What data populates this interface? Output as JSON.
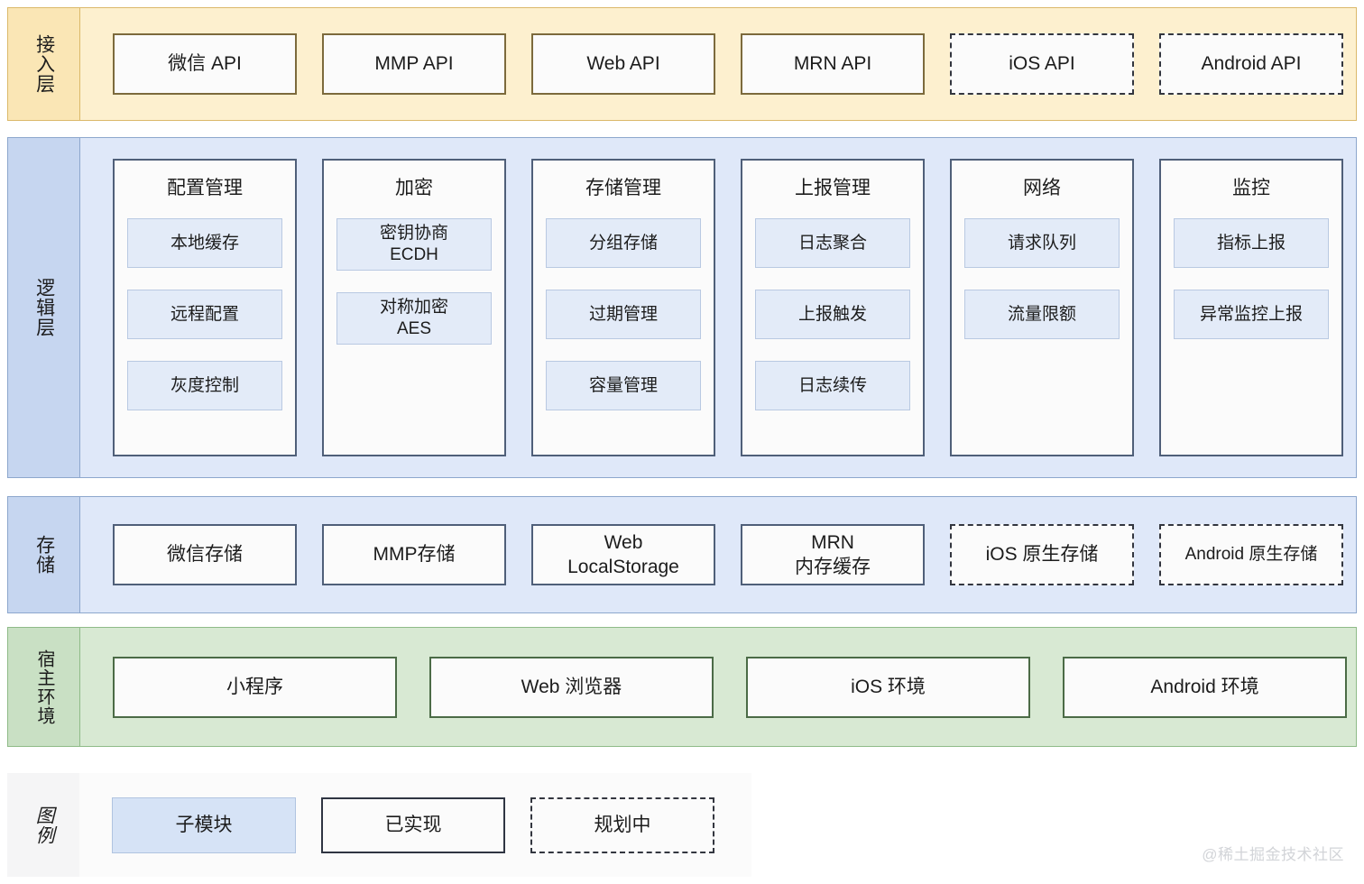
{
  "diagram": {
    "watermark": "@稀土掘金技术社区",
    "bands": [
      {
        "id": "access",
        "label": "接入层",
        "cards": [
          {
            "text": "微信 API",
            "style": "solid"
          },
          {
            "text": "MMP API",
            "style": "solid"
          },
          {
            "text": "Web API",
            "style": "solid"
          },
          {
            "text": "MRN API",
            "style": "solid"
          },
          {
            "text": "iOS API",
            "style": "dashed"
          },
          {
            "text": "Android API",
            "style": "dashed"
          }
        ]
      },
      {
        "id": "logic",
        "label": "逻辑层",
        "columns": [
          {
            "title": "配置管理",
            "items": [
              "本地缓存",
              "远程配置",
              "灰度控制"
            ]
          },
          {
            "title": "加密",
            "items": [
              "密钥协商\nECDH",
              "对称加密\nAES"
            ]
          },
          {
            "title": "存储管理",
            "items": [
              "分组存储",
              "过期管理",
              "容量管理"
            ]
          },
          {
            "title": "上报管理",
            "items": [
              "日志聚合",
              "上报触发",
              "日志续传"
            ]
          },
          {
            "title": "网络",
            "items": [
              "请求队列",
              "流量限额"
            ]
          },
          {
            "title": "监控",
            "items": [
              "指标上报",
              "异常监控上报"
            ]
          }
        ]
      },
      {
        "id": "storage",
        "label": "存储",
        "cards": [
          {
            "text": "微信存储",
            "style": "solid"
          },
          {
            "text": "MMP存储",
            "style": "solid"
          },
          {
            "text": "Web\nLocalStorage",
            "style": "solid"
          },
          {
            "text": "MRN\n内存缓存",
            "style": "solid"
          },
          {
            "text": "iOS 原生存储",
            "style": "dashed"
          },
          {
            "text": "Android 原生存储",
            "style": "dashed"
          }
        ]
      },
      {
        "id": "host",
        "label": "宿主环境",
        "cards": [
          {
            "text": "小程序",
            "style": "solid"
          },
          {
            "text": "Web 浏览器",
            "style": "solid"
          },
          {
            "text": "iOS 环境",
            "style": "solid"
          },
          {
            "text": "Android 环境",
            "style": "solid"
          }
        ]
      },
      {
        "id": "legend",
        "label": "图例",
        "cards": [
          {
            "text": "子模块",
            "style": "submodule"
          },
          {
            "text": "已实现",
            "style": "solid"
          },
          {
            "text": "规划中",
            "style": "dashed"
          }
        ]
      }
    ]
  },
  "colors": {
    "access_band": "#fdf0cf",
    "access_border": "#dbb96a",
    "logic_band": "#dfe8f9",
    "logic_border": "#8da7cd",
    "storage_band": "#dfe8f9",
    "host_band": "#d8e9d3",
    "host_border": "#8fbb88",
    "submodule_fill": "#e3ebf8",
    "card_fill": "#fbfbfb",
    "watermark": "#d2d4d8"
  }
}
